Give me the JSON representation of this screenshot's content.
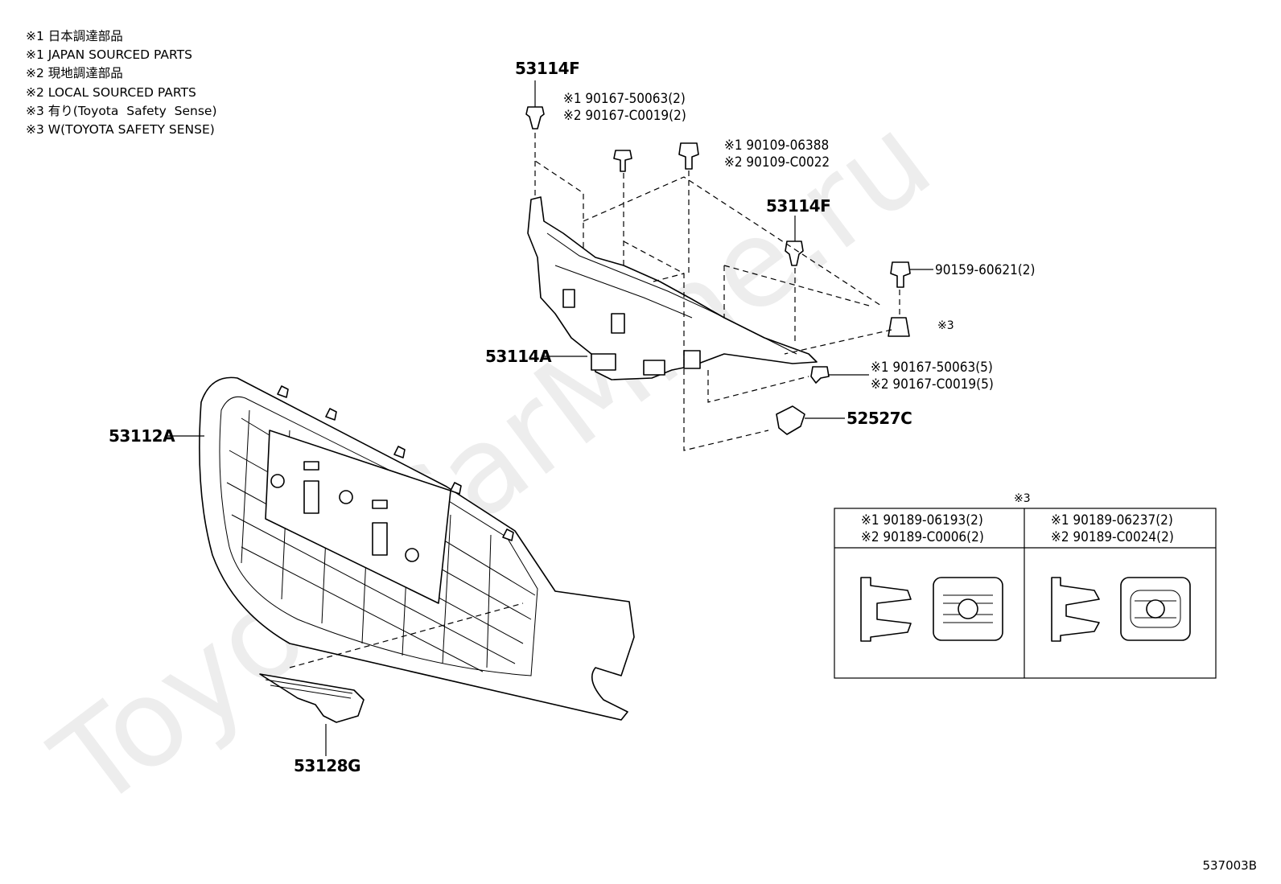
{
  "notes": [
    "※1 日本調達部品",
    "※1 JAPAN SOURCED PARTS",
    "※2 現地調達部品",
    "※2 LOCAL SOURCED PARTS",
    "※3 有り(Toyota  Safety  Sense)",
    "※3 W(TOYOTA SAFETY SENSE)"
  ],
  "watermark": "ToyotaCarMine.ru",
  "parts": {
    "p53114F_top": "53114F",
    "p53114F_right": "53114F",
    "clip_top_1": "※1 90167-50063(2)",
    "clip_top_2": "※2 90167-C0019(2)",
    "bolt_1": "※1 90109-06388",
    "bolt_2": "※2 90109-C0022",
    "bolt_90159": "90159-60621(2)",
    "nut_mark": "※3",
    "p53114A": "53114A",
    "clip_bot_1": "※1 90167-50063(5)",
    "clip_bot_2": "※2 90167-C0019(5)",
    "p52527C": "52527C",
    "p53112A": "53112A",
    "p53128G": "53128G"
  },
  "inset": {
    "mark": "※3",
    "left_1": "※1 90189-06193(2)",
    "left_2": "※2 90189-C0006(2)",
    "right_1": "※1 90189-06237(2)",
    "right_2": "※2 90189-C0024(2)"
  },
  "code": "537003B"
}
